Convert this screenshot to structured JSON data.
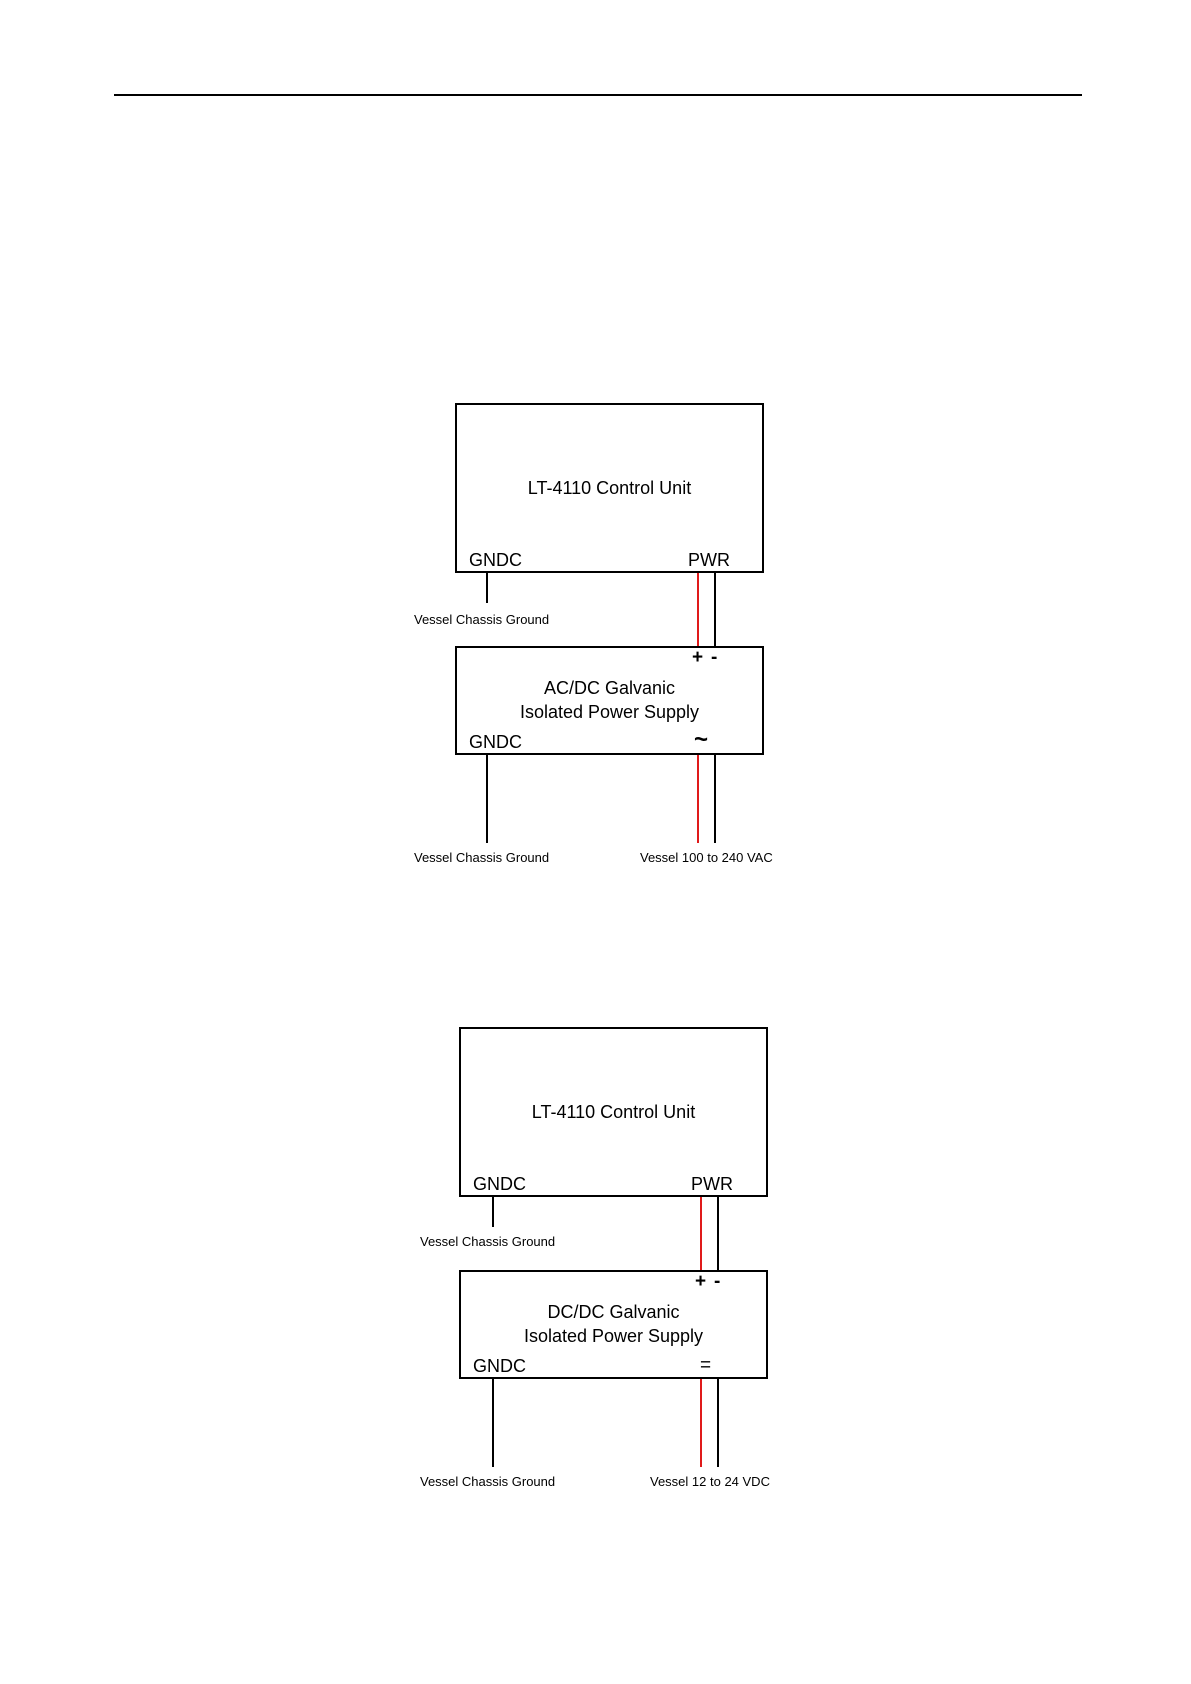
{
  "diagram_ac": {
    "control_unit": {
      "title": "LT-4110 Control Unit",
      "left_terminal": "GNDC",
      "right_terminal": "PWR"
    },
    "control_ground_label": "Vessel Chassis Ground",
    "supply": {
      "title_line1": "AC/DC Galvanic",
      "title_line2": "Isolated Power Supply",
      "left_terminal": "GNDC",
      "right_symbol": "~",
      "plus": "+",
      "minus": "-"
    },
    "supply_ground_label": "Vessel Chassis Ground",
    "input_label": "Vessel 100 to 240 VAC"
  },
  "diagram_dc": {
    "control_unit": {
      "title": "LT-4110 Control Unit",
      "left_terminal": "GNDC",
      "right_terminal": "PWR"
    },
    "control_ground_label": "Vessel Chassis Ground",
    "supply": {
      "title_line1": "DC/DC Galvanic",
      "title_line2": "Isolated Power Supply",
      "left_terminal": "GNDC",
      "right_symbol": "=",
      "plus": "+",
      "minus": "-"
    },
    "supply_ground_label": "Vessel Chassis Ground",
    "input_label": "Vessel 12 to 24 VDC"
  },
  "colors": {
    "positive_wire": "#e01a1a",
    "negative_wire": "#000000"
  }
}
